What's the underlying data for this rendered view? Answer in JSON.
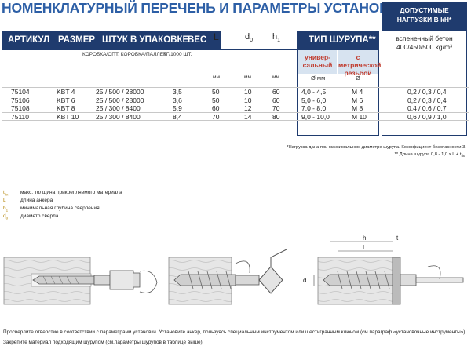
{
  "title": "НОМЕНКЛАТУРНЫЙ ПЕРЕЧЕНЬ И ПАРАМЕТРЫ УСТАНОВКИ",
  "header": {
    "article": "АРТИКУЛ",
    "size": "РАЗМЕР",
    "pack": "ШТУК В УПАКОВКЕ",
    "weight": "ВЕС",
    "L": "L",
    "d0": "d",
    "d0_sub": "0",
    "h1": "h",
    "h1_sub": "1",
    "screw_type": "ТИП ШУРУПА**",
    "loads_title_line1": "ДОПУСТИМЫЕ",
    "loads_title_line2": "НАГРУЗКИ В kH*"
  },
  "subheader": {
    "pack_detail": "КОРОБКА/ОПТ. КОРОБКА/ПАЛЛЕТ",
    "weight_detail": "КГ/1000 ШТ.",
    "unit_L": "мм",
    "unit_d0": "мм",
    "unit_h1": "мм",
    "screw_universal": "универ-сальный",
    "screw_metric": "с метрической резьбой",
    "screw_universal_unit": "Ø мм",
    "screw_metric_unit": "Ø",
    "loads_concrete": "вспененный бетон",
    "loads_density": "400/450/500 kg/m³"
  },
  "rows": [
    {
      "article": "75104",
      "size": "KBT 4",
      "pack": "25 / 500 / 28000",
      "weight": "3,5",
      "L": "50",
      "d0": "10",
      "h1": "60",
      "universal": "4,0 - 4,5",
      "metric": "M 4",
      "loads": "0,2 / 0,3 / 0,4"
    },
    {
      "article": "75106",
      "size": "KBT 6",
      "pack": "25 / 500 / 28000",
      "weight": "3,6",
      "L": "50",
      "d0": "10",
      "h1": "60",
      "universal": "5,0 - 6,0",
      "metric": "M 6",
      "loads": "0,2 / 0,3 / 0,4"
    },
    {
      "article": "75108",
      "size": "KBT 8",
      "pack": "25 / 300 / 8400",
      "weight": "5,9",
      "L": "60",
      "d0": "12",
      "h1": "70",
      "universal": "7,0 - 8,0",
      "metric": "M 8",
      "loads": "0,4 / 0,6 / 0,7"
    },
    {
      "article": "75110",
      "size": "KBT 10",
      "pack": "25 / 300 / 8400",
      "weight": "8,4",
      "L": "70",
      "d0": "14",
      "h1": "80",
      "universal": "9,0 - 10,0",
      "metric": "M 10",
      "loads": "0,6 / 0,9 / 1,0"
    }
  ],
  "footnotes": {
    "note1": "*Нагрузка дана при максимальном диаметре шурупа. Коэффициент безопасности 3.",
    "note2": "** Длина шурупа  0,8 - 1,0 x L + t"
  },
  "legend": [
    {
      "symbol": "t",
      "sub": "fix",
      "text": "макс. толщина прикрепляемого материала"
    },
    {
      "symbol": "L",
      "sub": "",
      "text": "длина анкера"
    },
    {
      "symbol": "h",
      "sub": "1",
      "text": "минимальная глубина сверления"
    },
    {
      "symbol": "d",
      "sub": "0",
      "text": "диаметр сверла"
    }
  ],
  "diagram_labels": {
    "h1": "h",
    "L": "L",
    "t": "t",
    "t_sub": "fix",
    "d0": "d"
  },
  "instructions": {
    "line1": "Просверлите отверстие в соответствии с параметрами установки. Установите анкер, пользуясь специальным инструментом или шестигранным ключом (см.параграф «установочные инструменты»).",
    "line2": "Закрепите материал подходящим шурупом (см.параметры шурупов в таблице выше)."
  },
  "colors": {
    "navy": "#1f3b6e",
    "title_blue": "#2d5fa6",
    "accent_red": "#c0392b",
    "light_blue": "#d7e3f0"
  }
}
